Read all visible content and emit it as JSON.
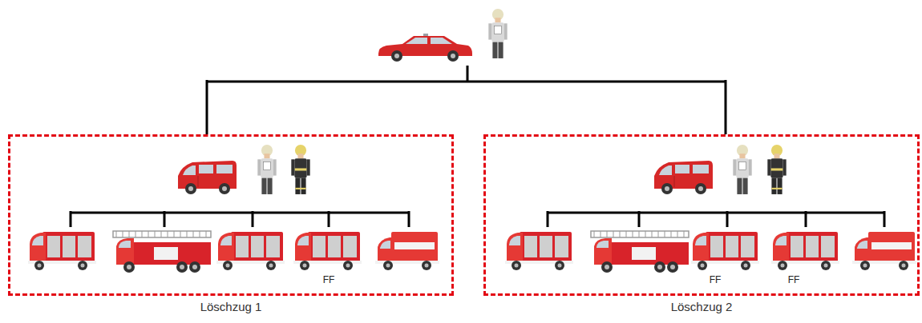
{
  "diagram": {
    "nodes": [
      {
        "text": [
          "Löschzug 1"
        ]
      },
      {
        "text": [
          "Löschzug 2"
        ]
      }
    ],
    "labels": [
      "FF",
      "FF",
      "FF"
    ]
  }
}
